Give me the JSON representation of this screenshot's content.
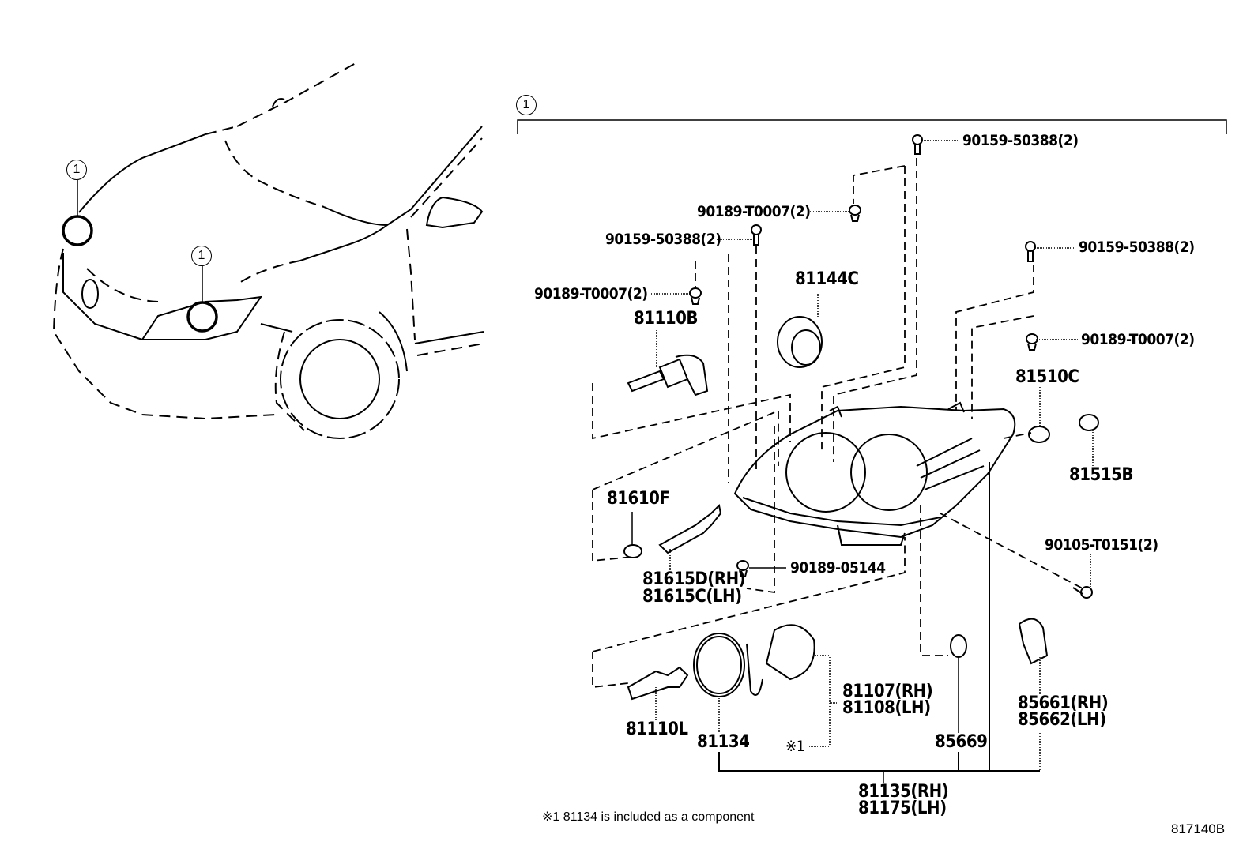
{
  "diagram": {
    "type": "exploded-parts-diagram",
    "subject": "Headlamp assembly",
    "callout_marker": "1",
    "locator": {
      "callouts": [
        "1",
        "1"
      ]
    },
    "group_marker": "1",
    "labels": {
      "bolt_top_right": "90159-50388(2)",
      "clip_top": "90189-T0007(2)",
      "bolt_upper_left": "90159-50388(2)",
      "clip_left": "90189-T0007(2)",
      "bulb_hi": "81110B",
      "cover": "81144C",
      "bolt_right": "90159-50388(2)",
      "clip_right": "90189-T0007(2)",
      "side_marker": "81510C",
      "socket_side": "81515B",
      "lens_small": "81610F",
      "socket_rh": "81615D(RH)",
      "socket_lh": "81615C(LH)",
      "grommet": "90189-05144",
      "screw": "90105-T0151(2)",
      "bulb_hid": "81110L",
      "gasket": "81134",
      "ballast_rh": "81107(RH)",
      "ballast_lh": "81108(LH)",
      "note_ref": "※1",
      "oring": "85669",
      "actuator_rh": "85661(RH)",
      "actuator_lh": "85662(LH)",
      "assy_rh": "81135(RH)",
      "assy_lh": "81175(LH)"
    },
    "footnote": "※1 81134 is included as a component",
    "drawing_code": "817140B"
  }
}
